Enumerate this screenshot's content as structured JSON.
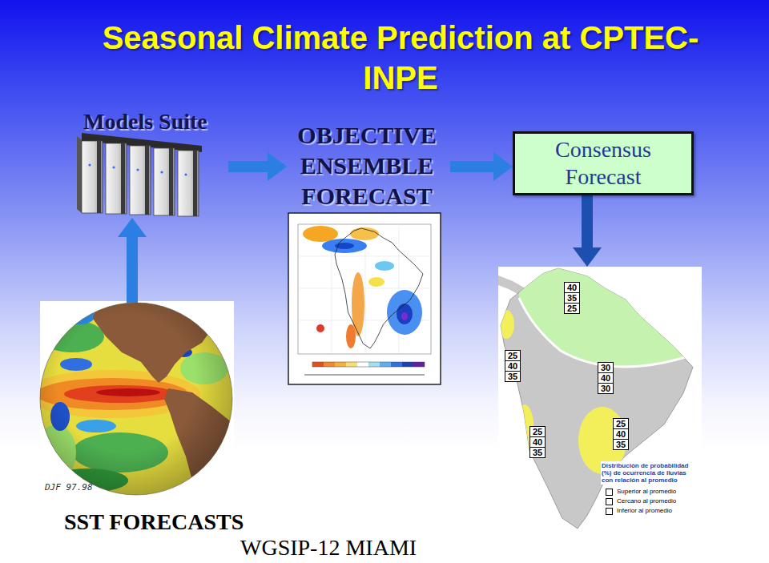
{
  "diagram": {
    "title": "Seasonal Climate Prediction at CPTEC-INPE",
    "nodes": [
      {
        "text": [
          "Models Suite"
        ]
      },
      {
        "text": [
          "OBJECTIVE ENSEMBLE FORECAST"
        ]
      },
      {
        "text": [
          "Consensus Forecast"
        ]
      },
      {
        "text": [
          "Distribución de probabilidad (%) de ocurrencia de lluvias con relación al promedio"
        ]
      },
      {
        "text": [
          "SST FORECASTS"
        ]
      }
    ],
    "edges": [
      {
        "from": 4,
        "to": 0,
        "arrow": "to"
      },
      {
        "from": 0,
        "to": 1,
        "arrow": "to"
      },
      {
        "from": 1,
        "to": 2,
        "arrow": "to"
      },
      {
        "from": 2,
        "to": 3,
        "arrow": "to"
      }
    ],
    "labels": [
      "40",
      "35",
      "25",
      "25",
      "40",
      "35",
      "30",
      "40",
      "30",
      "25",
      "40",
      "35",
      "25",
      "40",
      "35",
      "DJF 97.98",
      "WGSIP-12 MIAMI"
    ],
    "legend": [
      {
        "text": "Superior al promedio"
      },
      {
        "text": "Cercano al promedio"
      },
      {
        "text": "Inferior al promedio"
      }
    ]
  }
}
